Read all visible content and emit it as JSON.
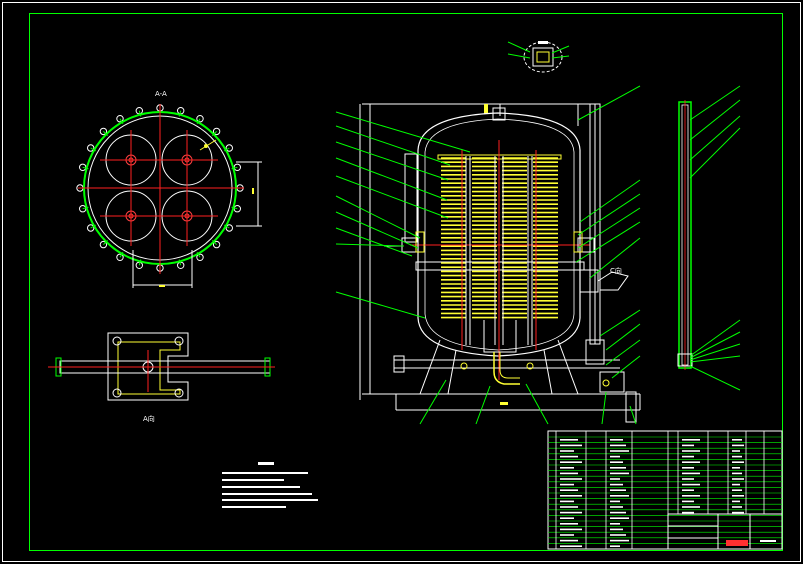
{
  "drawing": {
    "colors": {
      "background": "#000000",
      "border": "#ffffff",
      "geometry": "#ffffff",
      "centerline": "#ff2020",
      "leader": "#00ff00",
      "filter": "#ffff33",
      "table_line": "#ffffff",
      "table_grid": "#00ff00"
    },
    "labels": {
      "section_view": "A-A",
      "view_a_title": "A向",
      "detail_view": "C向"
    },
    "icons": [
      "vessel-section",
      "bolt-circle-flange",
      "bracket-detail",
      "side-rod-detail",
      "title-block"
    ]
  }
}
